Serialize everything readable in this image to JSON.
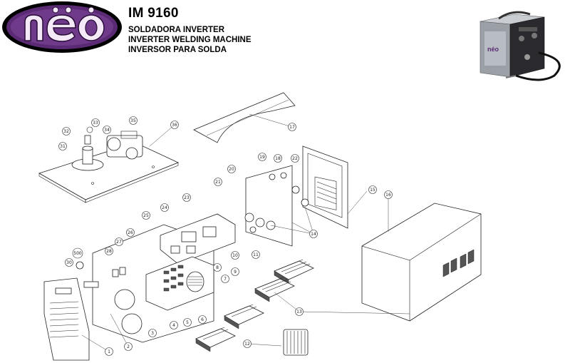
{
  "brand": {
    "logo_text": "néo",
    "logo_color": "#5b2a74",
    "logo_accent": "#ffffff"
  },
  "header": {
    "model": "IM 9160",
    "lines": [
      "SOLDADORA INVERTER",
      "INVERTER WELDING MACHINE",
      "INVERSOR PARA SOLDA"
    ]
  },
  "diagram": {
    "parts": [
      {
        "label": "1"
      },
      {
        "label": "2"
      },
      {
        "label": "3"
      },
      {
        "label": "4"
      },
      {
        "label": "5"
      },
      {
        "label": "6"
      },
      {
        "label": "7"
      },
      {
        "label": "8"
      },
      {
        "label": "9"
      },
      {
        "label": "10"
      },
      {
        "label": "11"
      },
      {
        "label": "12"
      },
      {
        "label": "13"
      },
      {
        "label": "14"
      },
      {
        "label": "15"
      },
      {
        "label": "16"
      },
      {
        "label": "17"
      },
      {
        "label": "18"
      },
      {
        "label": "19"
      },
      {
        "label": "20"
      },
      {
        "label": "21"
      },
      {
        "label": "22"
      },
      {
        "label": "23"
      },
      {
        "label": "24"
      },
      {
        "label": "25"
      },
      {
        "label": "26"
      },
      {
        "label": "27"
      },
      {
        "label": "28"
      },
      {
        "label": "30"
      },
      {
        "label": "31"
      },
      {
        "label": "32"
      },
      {
        "label": "33"
      },
      {
        "label": "34"
      },
      {
        "label": "35"
      },
      {
        "label": "36"
      },
      {
        "label": "500"
      }
    ]
  }
}
